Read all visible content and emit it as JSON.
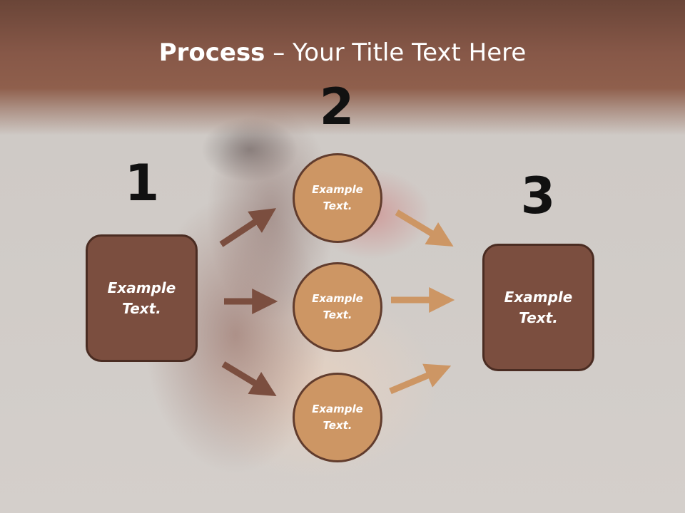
{
  "title": {
    "bold": "Process",
    "rest": " – Your Title Text Here"
  },
  "steps": {
    "one": "1",
    "two": "2",
    "three": "3"
  },
  "left_box": {
    "text": "Example\nText."
  },
  "right_box": {
    "text": "Example\nText."
  },
  "circles": [
    {
      "text": "Example\nText."
    },
    {
      "text": "Example\nText."
    },
    {
      "text": "Example\nText."
    }
  ],
  "colors": {
    "box_fill": "#7b4e3f",
    "circle_fill": "#cd9664",
    "arrow_dark": "#7b4e3f",
    "arrow_light": "#cd9664",
    "header_band": "#875848"
  }
}
